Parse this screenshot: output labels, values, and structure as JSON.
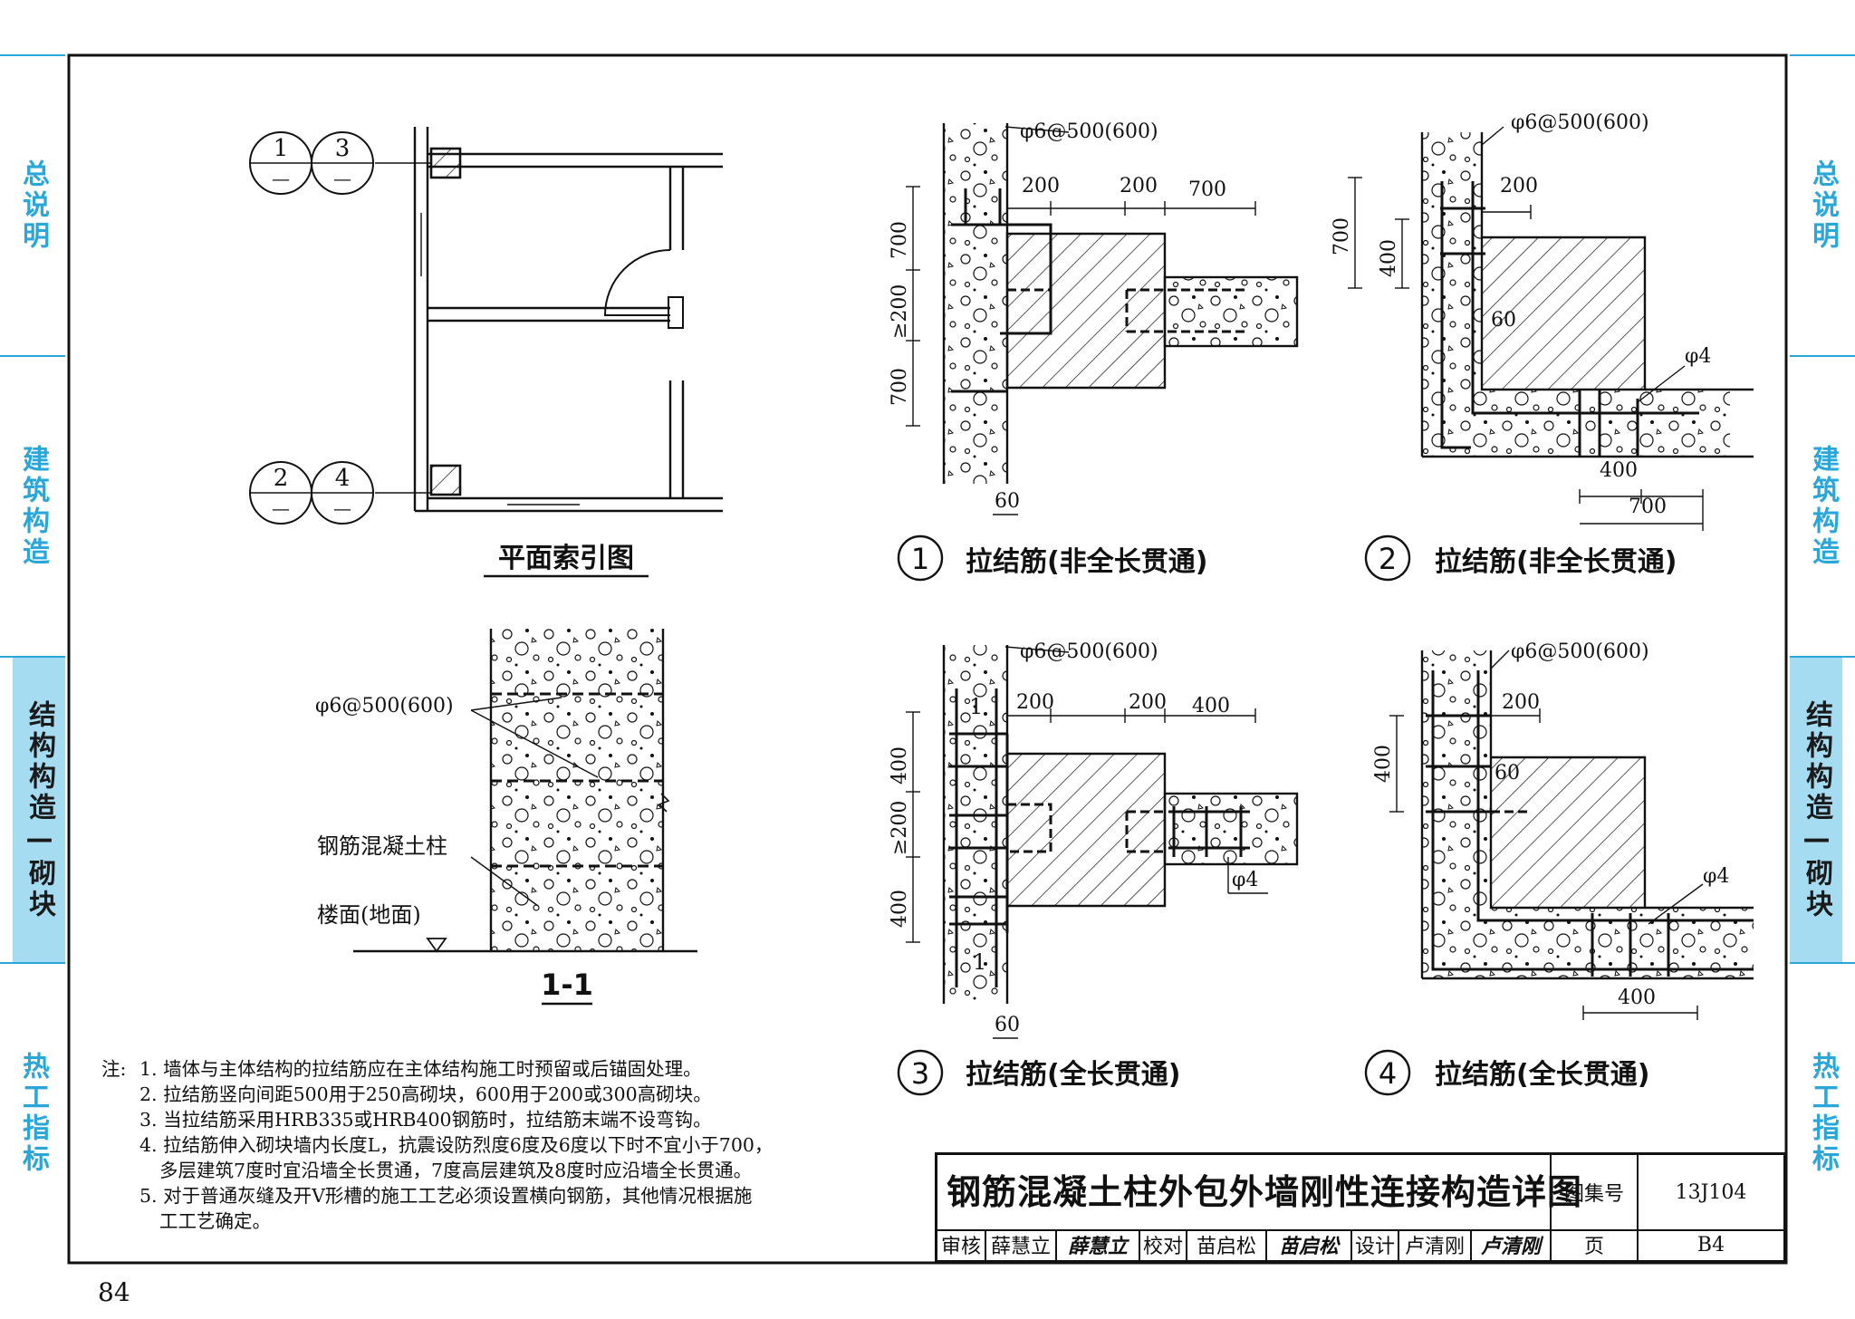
{
  "side_tabs": {
    "left": [
      {
        "label": "总说明"
      },
      {
        "label": "建筑构造"
      },
      {
        "label": "结构构造—砌块",
        "active": true
      },
      {
        "label": "热工指标"
      }
    ],
    "right": [
      {
        "label": "总说明"
      },
      {
        "label": "建筑构造"
      },
      {
        "label": "结构构造—砌块",
        "active": true
      },
      {
        "label": "热工指标"
      }
    ],
    "color": "#2aa7d8",
    "active_bg": "#a6dcf2"
  },
  "plan": {
    "title": "平面索引图",
    "callouts": [
      {
        "top": "1",
        "bottom": "—"
      },
      {
        "top": "3",
        "bottom": "—"
      },
      {
        "top": "2",
        "bottom": "—"
      },
      {
        "top": "4",
        "bottom": "—"
      }
    ]
  },
  "section": {
    "title": "1-1",
    "rebar_label": "φ6@500(600)",
    "column_label": "钢筋混凝土柱",
    "floor_label": "楼面(地面)"
  },
  "details": [
    {
      "number": "1",
      "caption": "拉结筋(非全长贯通)",
      "rebar": "φ6@500(600)",
      "dims": {
        "a": "200",
        "b": "200",
        "c": "700",
        "v1": "700",
        "v2": "≥200",
        "v3": "700",
        "bottom": "60"
      }
    },
    {
      "number": "2",
      "caption": "拉结筋(非全长贯通)",
      "rebar": "φ6@500(600)",
      "dims": {
        "a": "200",
        "v1": "700",
        "v2": "400",
        "angle": "60",
        "bar": "φ4",
        "b1": "400",
        "b2": "700"
      }
    },
    {
      "number": "3",
      "caption": "拉结筋(全长贯通)",
      "rebar": "φ6@500(600)",
      "dims": {
        "a": "200",
        "b": "200",
        "c": "400",
        "v1": "400",
        "v2": "≥200",
        "v3": "400",
        "bottom": "60",
        "bar": "φ4",
        "sec": "1"
      }
    },
    {
      "number": "4",
      "caption": "拉结筋(全长贯通)",
      "rebar": "φ6@500(600)",
      "dims": {
        "a": "200",
        "v1": "400",
        "angle": "60",
        "bar": "φ4",
        "b1": "400"
      }
    }
  ],
  "notes": {
    "lead": "注:",
    "items": [
      "1. 墙体与主体结构的拉结筋应在主体结构施工时预留或后锚固处理。",
      "2. 拉结筋竖向间距500用于250高砌块，600用于200或300高砌块。",
      "3. 当拉结筋采用HRB335或HRB400钢筋时，拉结筋末端不设弯钩。",
      "4. 拉结筋伸入砌块墙内长度L，抗震设防烈度6度及6度以下时不宜小于700，",
      "多层建筑7度时宜沿墙全长贯通，7度高层建筑及8度时应沿墙全长贯通。",
      "5. 对于普通灰缝及开V形槽的施工工艺必须设置横向钢筋，其他情况根据施",
      "工工艺确定。"
    ]
  },
  "title_block": {
    "title": "钢筋混凝土柱外包外墙刚性连接构造详图",
    "atlas_label": "图集号",
    "atlas_no": "13J104",
    "page_label": "页",
    "page_no": "B4",
    "review_label": "审核",
    "reviewer": "薛慧立",
    "review_sig": "薛慧立",
    "check_label": "校对",
    "checker": "苗启松",
    "check_sig": "苗启松",
    "design_label": "设计",
    "designer": "卢清刚",
    "design_sig": "卢清刚"
  },
  "page_number": "84"
}
